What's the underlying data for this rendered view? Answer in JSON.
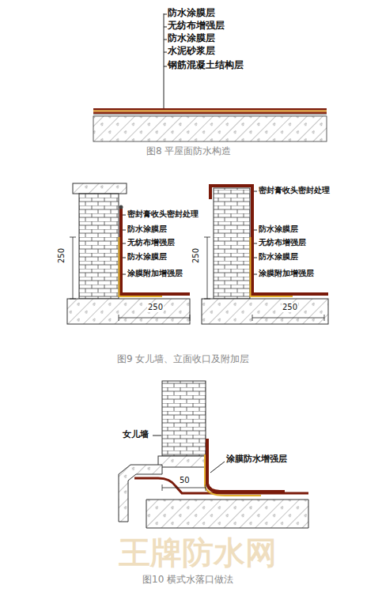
{
  "diagram": {
    "labels": [
      "防水涂膜层",
      "无纺布增强层",
      "防水涂膜层",
      "水泥砂浆层",
      "钢筋混凝土结构层",
      "图8 平屋面防水构造",
      "密封膏收头密封处理",
      "防水涂膜层",
      "无纺布增强层",
      "防水涂膜层",
      "涂膜附加增强层",
      "250",
      "250",
      "密封膏收头密封处理",
      "防水涂膜层",
      "无纺布增强层",
      "防水涂膜层",
      "涂膜附加增强层",
      "250",
      "250",
      "图9 女儿墙、立面收口及附加层",
      "女儿墙",
      "涂膜防水增强层",
      "50",
      "图10 横式水落口做法",
      "王牌防水网"
    ]
  }
}
